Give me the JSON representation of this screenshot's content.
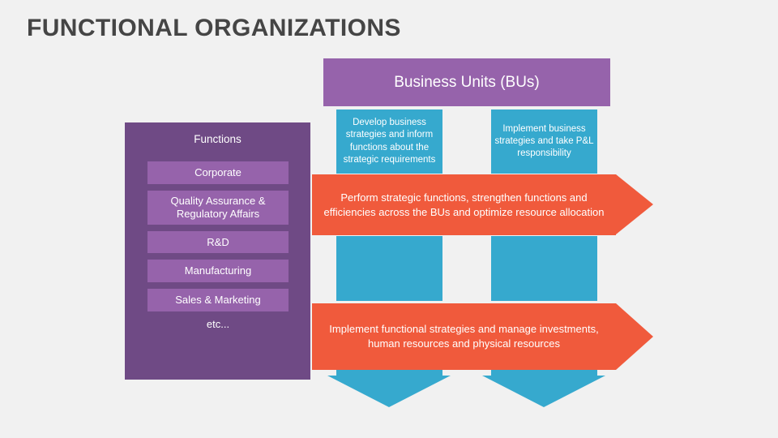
{
  "slide": {
    "title": "FUNCTIONAL ORGANIZATIONS",
    "background_color": "#f1f1f1",
    "title_color": "#454545"
  },
  "colors": {
    "panel_purple": "#6f4a85",
    "accent_purple": "#9663ab",
    "blue": "#36a9ce",
    "orange": "#f05a3c",
    "text_white": "#ffffff"
  },
  "functions_panel": {
    "heading": "Functions",
    "items": [
      {
        "label": "Corporate"
      },
      {
        "label": "Quality Assurance & Regulatory Affairs"
      },
      {
        "label": "R&D"
      },
      {
        "label": "Manufacturing"
      },
      {
        "label": "Sales & Marketing"
      }
    ],
    "etc_label": "etc..."
  },
  "business_units": {
    "header": "Business Units (BUs)",
    "cards": [
      {
        "text": "Develop business strategies and inform functions about the strategic requirements"
      },
      {
        "text": "Implement business strategies and take P&L responsibility"
      }
    ]
  },
  "arrows": [
    {
      "text": "Perform strategic functions, strengthen functions and efficiencies across the BUs and optimize resource allocation"
    },
    {
      "text": "Implement functional strategies and manage investments, human resources and physical resources"
    }
  ]
}
